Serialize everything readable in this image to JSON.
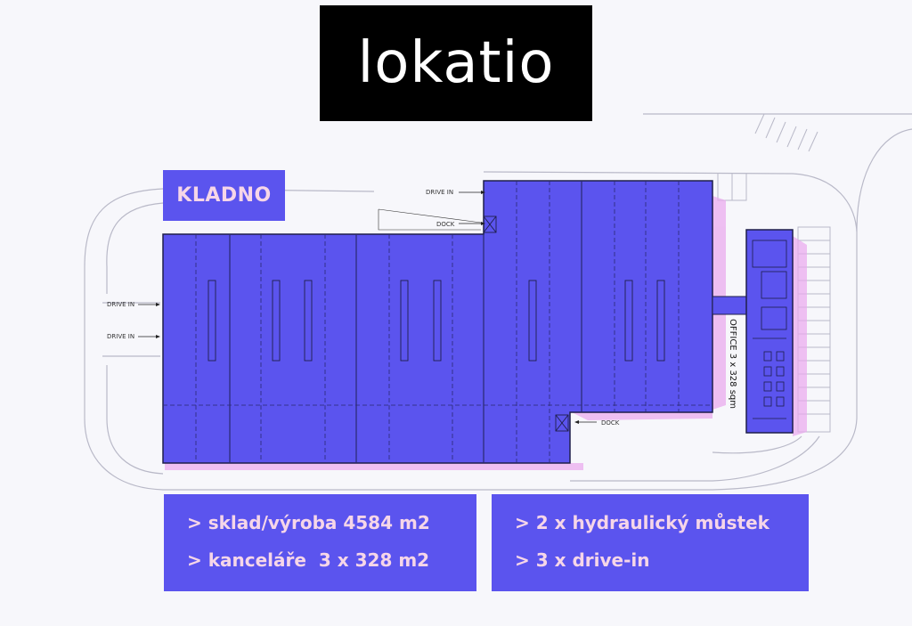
{
  "logo": {
    "text": "lokatio"
  },
  "location": {
    "name": "KLADNO"
  },
  "plan_labels": {
    "drive_in": "DRIVE IN",
    "dock": "DOCK",
    "office": "OFFICE 3 x 328 sqm"
  },
  "info_left": {
    "line1": "> sklad/výroba 4584 m2",
    "line2": "> kanceláře  3 x 328 m2"
  },
  "info_right": {
    "line1": "> 2 x hydraulický můstek",
    "line2": "> 3 x drive-in"
  },
  "colors": {
    "accent": "#5b54ee",
    "text_light": "#f6d6e8",
    "logo_bg": "#000000",
    "highlight_pink": "#e9a6ee"
  }
}
